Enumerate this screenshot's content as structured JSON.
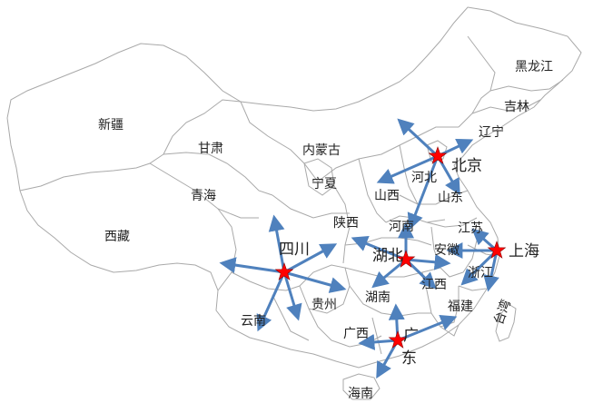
{
  "labels": {
    "heilongjiang": "黑龙江",
    "jilin": "吉林",
    "liaoning": "辽宁",
    "xinjiang": "新疆",
    "gansu": "甘肃",
    "neimenggu": "内蒙古",
    "ningxia": "宁夏",
    "qinghai": "青海",
    "xizang": "西藏",
    "beijing": "北京",
    "hebei": "河北",
    "shanxi": "山西",
    "shandong": "山东",
    "henan": "河南",
    "shaanxi": "陕西",
    "sichuan": "四川",
    "hubei": "湖北",
    "anhui": "安徽",
    "jiangsu": "江苏",
    "shanghai": "上海",
    "zhejiang": "浙江",
    "jiangxi": "江西",
    "hunan": "湖南",
    "guizhou": "贵州",
    "yunnan": "云南",
    "guangxi": "广西",
    "guangdong_1": "广",
    "guangdong_2": "东",
    "fujian": "福建",
    "taiwan": "台湾",
    "hainan": "海南"
  },
  "colors": {
    "border": "#a9a9a9",
    "arrow": "#4f81bd",
    "star": "#ff0000"
  },
  "hubs": [
    "北京",
    "上海",
    "湖北",
    "四川",
    "广东"
  ]
}
